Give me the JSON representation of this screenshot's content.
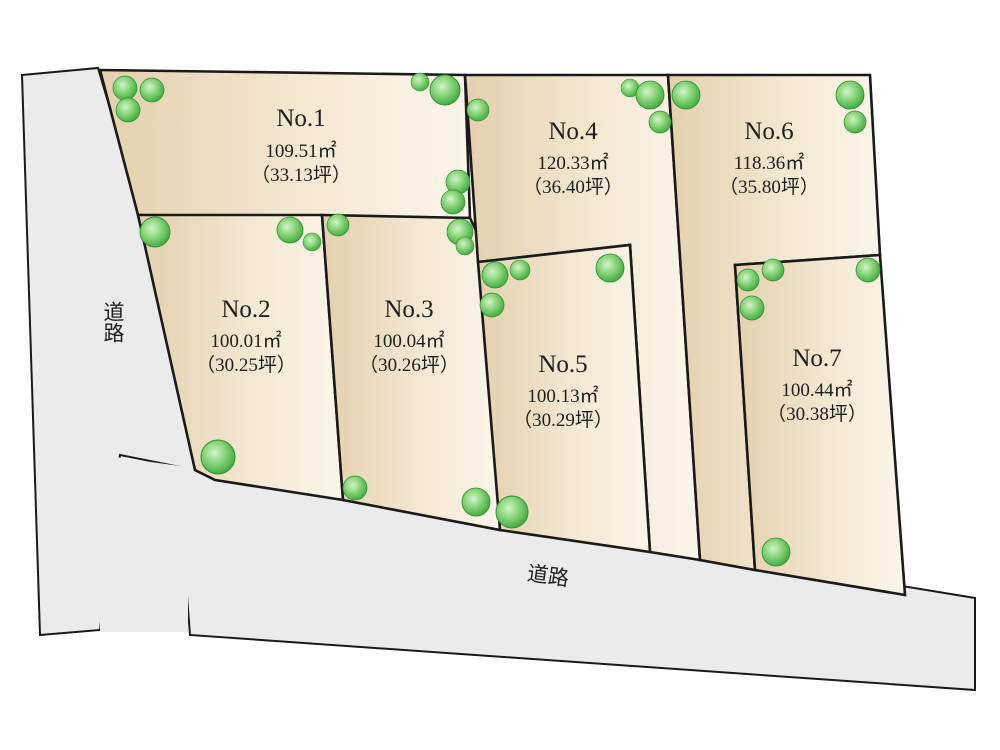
{
  "roads": {
    "west_label": "道路",
    "south_label": "道路"
  },
  "lots": [
    {
      "no": "No.1",
      "area": "109.51㎡",
      "tsubo": "（33.13坪）"
    },
    {
      "no": "No.2",
      "area": "100.01㎡",
      "tsubo": "（30.25坪）"
    },
    {
      "no": "No.3",
      "area": "100.04㎡",
      "tsubo": "（30.26坪）"
    },
    {
      "no": "No.4",
      "area": "120.33㎡",
      "tsubo": "（36.40坪）"
    },
    {
      "no": "No.5",
      "area": "100.13㎡",
      "tsubo": "（30.29坪）"
    },
    {
      "no": "No.6",
      "area": "118.36㎡",
      "tsubo": "（35.80坪）"
    },
    {
      "no": "No.7",
      "area": "100.44㎡",
      "tsubo": "（30.38坪）"
    }
  ],
  "colors": {
    "road": "#ebebeb",
    "lot_fill_light": "#faf2e2",
    "lot_fill_dark": "#e2cfab",
    "outline": "#1a1a1a",
    "tree_green": "#5cc25c",
    "tree_highlight": "#c8eec0"
  },
  "icons": {
    "tree": "tree-icon"
  }
}
